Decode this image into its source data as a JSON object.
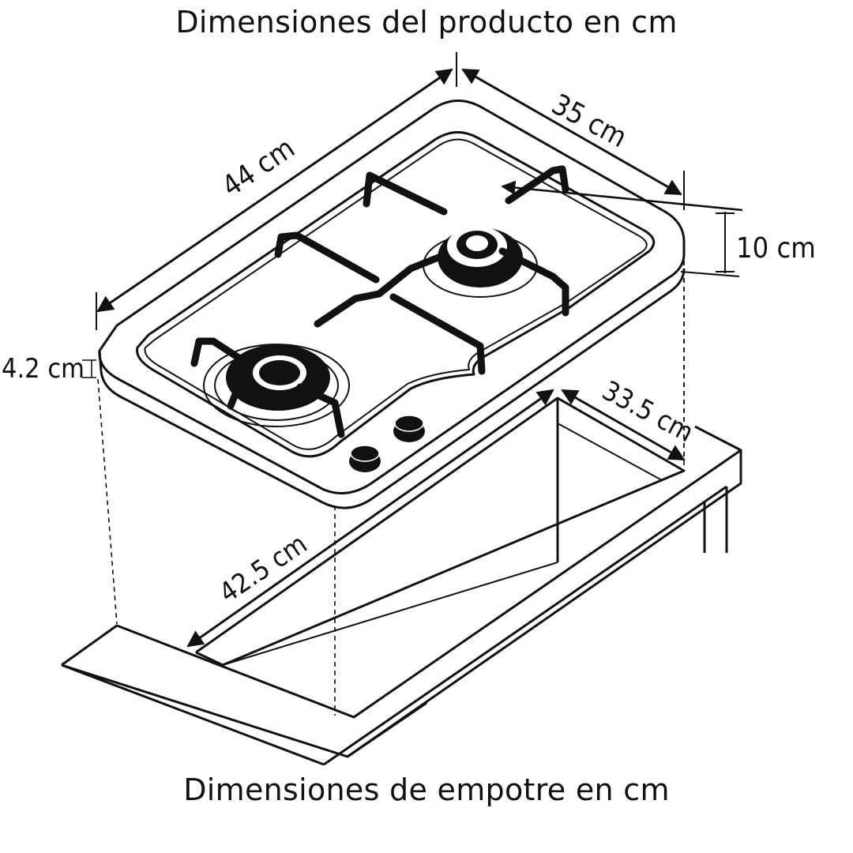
{
  "titles": {
    "product": "Dimensiones del producto en cm",
    "cutout": "Dimensiones de empotre en cm"
  },
  "dimensions": {
    "length": "44 cm",
    "width": "35 cm",
    "height": "10 cm",
    "top_thickness": "4.2 cm",
    "cutout_width": "33.5 cm",
    "cutout_length": "42.5 cm"
  },
  "colors": {
    "ink": "#111111",
    "background": "#ffffff"
  },
  "icons": [
    "gas-burner-icon",
    "control-knob-icon",
    "pan-support-icon"
  ]
}
